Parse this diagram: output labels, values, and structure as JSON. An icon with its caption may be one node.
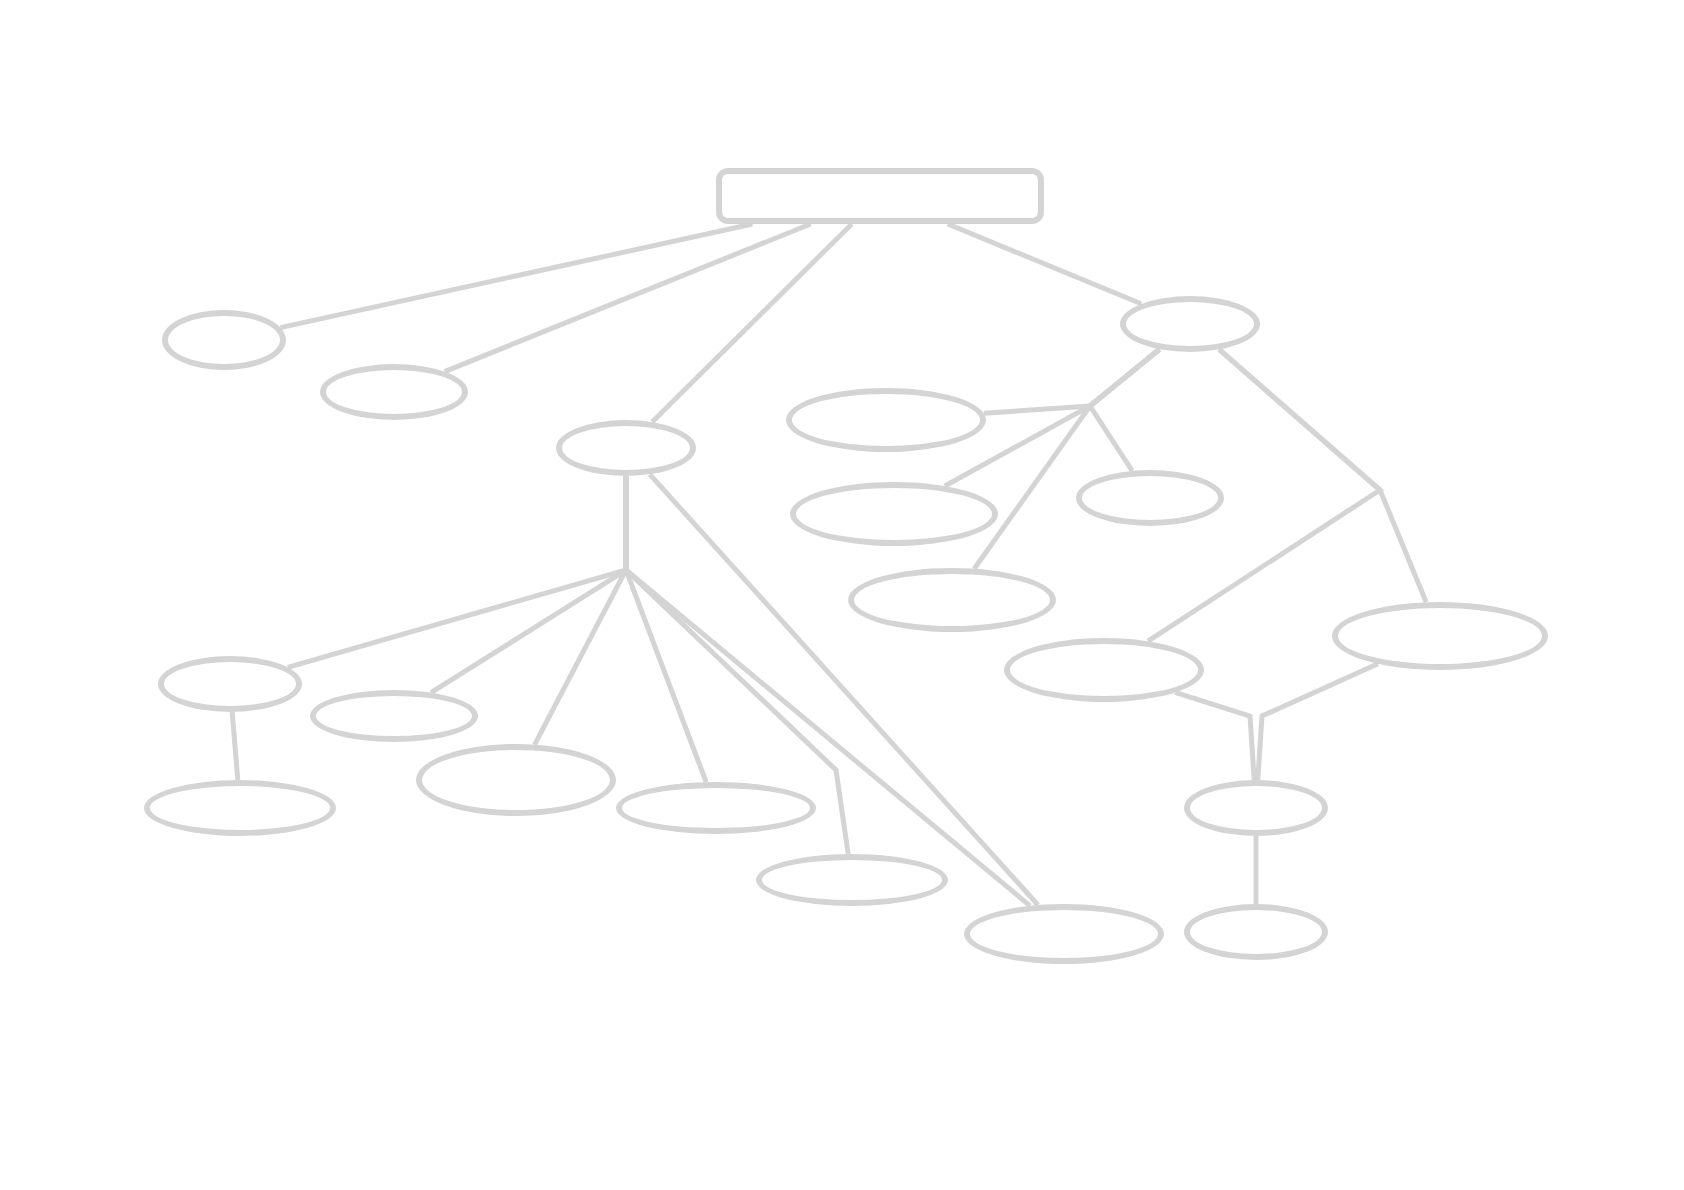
{
  "diagram": {
    "nodes": [
      {
        "text": [],
        "shape": "box"
      },
      {
        "text": [],
        "shape": "ellipse"
      },
      {
        "text": [],
        "shape": "ellipse"
      },
      {
        "text": [],
        "shape": "ellipse"
      },
      {
        "text": [],
        "shape": "ellipse"
      },
      {
        "text": [],
        "shape": "ellipse"
      },
      {
        "text": [],
        "shape": "ellipse"
      },
      {
        "text": [],
        "shape": "ellipse"
      },
      {
        "text": [],
        "shape": "ellipse"
      },
      {
        "text": [],
        "shape": "ellipse"
      },
      {
        "text": [],
        "shape": "ellipse"
      },
      {
        "text": [],
        "shape": "ellipse"
      },
      {
        "text": [],
        "shape": "ellipse"
      },
      {
        "text": [],
        "shape": "ellipse"
      },
      {
        "text": [],
        "shape": "ellipse"
      },
      {
        "text": [],
        "shape": "ellipse"
      },
      {
        "text": [],
        "shape": "ellipse"
      },
      {
        "text": [],
        "shape": "ellipse"
      },
      {
        "text": [],
        "shape": "ellipse"
      },
      {
        "text": [],
        "shape": "ellipse"
      }
    ],
    "edges": [
      {
        "from": 0,
        "to": 1,
        "arrow": "none"
      },
      {
        "from": 0,
        "to": 2,
        "arrow": "none"
      },
      {
        "from": 0,
        "to": 3,
        "arrow": "none"
      },
      {
        "from": 0,
        "to": 4,
        "arrow": "none"
      },
      {
        "from": 4,
        "to": 5,
        "arrow": "none"
      },
      {
        "from": 4,
        "to": 6,
        "arrow": "none"
      },
      {
        "from": 4,
        "to": 7,
        "arrow": "none"
      },
      {
        "from": 4,
        "to": 8,
        "arrow": "none"
      },
      {
        "from": 4,
        "to": 10,
        "arrow": "none"
      },
      {
        "from": 4,
        "to": 9,
        "arrow": "none"
      },
      {
        "from": 9,
        "to": 18,
        "arrow": "none"
      },
      {
        "from": 10,
        "to": 18,
        "arrow": "none"
      },
      {
        "from": 18,
        "to": 19,
        "arrow": "none"
      },
      {
        "from": 3,
        "to": 11,
        "arrow": "none"
      },
      {
        "from": 3,
        "to": 12,
        "arrow": "none"
      },
      {
        "from": 3,
        "to": 13,
        "arrow": "none"
      },
      {
        "from": 3,
        "to": 14,
        "arrow": "none"
      },
      {
        "from": 3,
        "to": 16,
        "arrow": "none"
      },
      {
        "from": 3,
        "to": 17,
        "arrow": "none"
      },
      {
        "from": 3,
        "to": 17,
        "arrow": "none"
      },
      {
        "from": 11,
        "to": 15,
        "arrow": "none"
      }
    ]
  }
}
